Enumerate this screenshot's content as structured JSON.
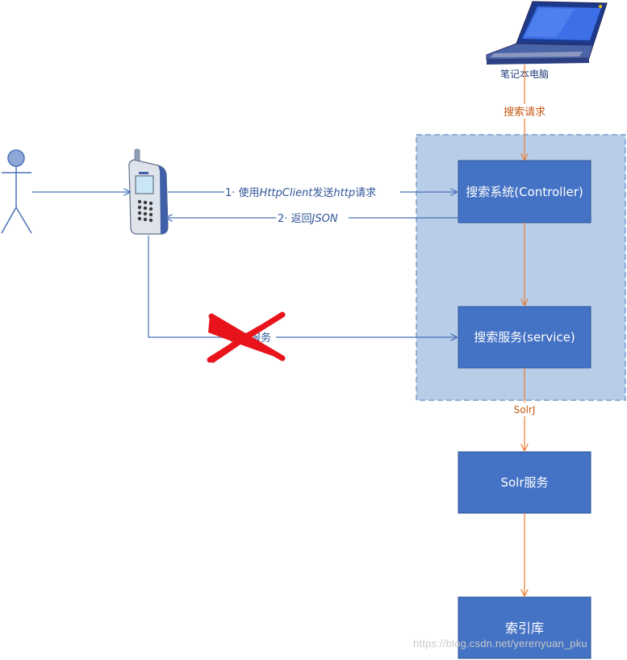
{
  "nodes": {
    "laptop": "笔记本电脑",
    "controller": "搜索系统(Controller)",
    "service": "搜索服务(service)",
    "solr": "Solr服务",
    "index": "索引库"
  },
  "edges": {
    "search_request": "搜索请求",
    "use_httpclient_prefix": "1· 使用",
    "use_httpclient_italic": "HttpClient",
    "use_httpclient_mid": "发送",
    "use_httpclient_http": "http",
    "use_httpclient_suffix": "请求",
    "return_json_prefix": "2· 返回",
    "return_json_italic": "JSON",
    "call_service": "调用服务",
    "solrj": "SolrJ"
  },
  "watermark": "https://blog.csdn.net/yerenyuan_pku",
  "colors": {
    "box_fill": "#4472c4",
    "group_fill": "#b8cde8",
    "blue_line": "#4a72b8",
    "orange_line": "#ed7d31",
    "cross": "#e8131b"
  }
}
